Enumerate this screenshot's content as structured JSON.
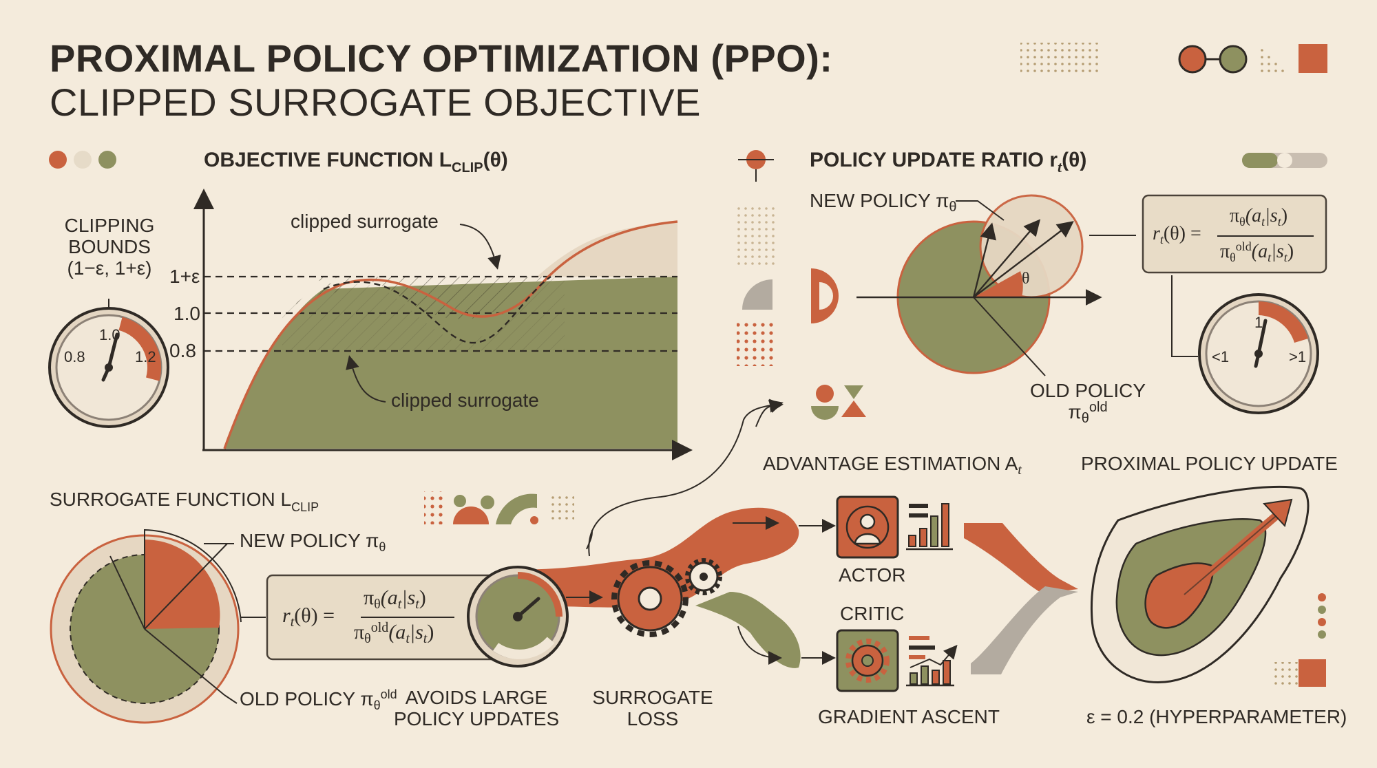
{
  "title": {
    "line1": "PROXIMAL POLICY OPTIMIZATION (PPO):",
    "line2": "CLIPPED SURROGATE OBJECTIVE"
  },
  "objective_panel": {
    "heading": "OBJECTIVE FUNCTION L",
    "heading_sub": "CLIP",
    "heading_end": "(θ)",
    "clipped_top": "clipped surrogate",
    "clipped_bottom": "clipped surrogate",
    "ticks": [
      "1+ε",
      "1.0",
      "0.8"
    ]
  },
  "clipping": {
    "label_line1": "CLIPPING",
    "label_line2": "BOUNDS",
    "label_line3": "(1−ε, 1+ε)",
    "gauge_ticks": [
      "0.8",
      "1.0",
      "1.2"
    ]
  },
  "ratio_panel": {
    "heading": "POLICY UPDATE RATIO r",
    "heading_sub": "t",
    "heading_end": "(θ)",
    "new_policy": "NEW POLICY π",
    "new_policy_sub": "θ",
    "old_policy_line1": "OLD POLICY",
    "old_policy_pi": "π",
    "old_policy_sub": "θ",
    "old_policy_sup": "old",
    "angle_label": "θ",
    "gauge_ticks": [
      "<1",
      "1",
      ">1"
    ]
  },
  "formula": {
    "lhs": "r",
    "lhs_sub": "t",
    "lhs_end": "(θ) =",
    "num": "π",
    "num_sub": "θ",
    "num_end": "(a",
    "num_a_sub": "t",
    "num_cond": "|s",
    "num_s_sub": "t",
    "num_close": ")",
    "den": "π",
    "den_sub": "θ",
    "den_sup": "old",
    "den_end": "(a",
    "den_a_sub": "t",
    "den_cond": "|s",
    "den_s_sub": "t",
    "den_close": ")"
  },
  "surrogate_panel": {
    "heading": "SURROGATE FUNCTION L",
    "heading_sub": "CLIP",
    "new_policy": "NEW POLICY π",
    "new_policy_sub": "θ",
    "old_policy": "OLD POLICY π",
    "old_policy_sub": "θ",
    "old_policy_sup": "old"
  },
  "flow": {
    "avoids_line1": "AVOIDS LARGE",
    "avoids_line2": "POLICY UPDATES",
    "surrogate_line1": "SURROGATE",
    "surrogate_line2": "LOSS",
    "advantage": "ADVANTAGE ESTIMATION A",
    "advantage_sub": "t",
    "actor": "ACTOR",
    "critic": "CRITIC",
    "gradient": "GRADIENT ASCENT",
    "proximal": "PROXIMAL POLICY UPDATE",
    "epsilon": "ε = 0.2 (HYPERPARAMETER)"
  },
  "colors": {
    "background": "#f4ebdc",
    "terracotta": "#c9623f",
    "olive": "#8e9160",
    "tan": "#e8dcc7",
    "ink": "#2f2a25",
    "grey": "#b3aba0"
  }
}
